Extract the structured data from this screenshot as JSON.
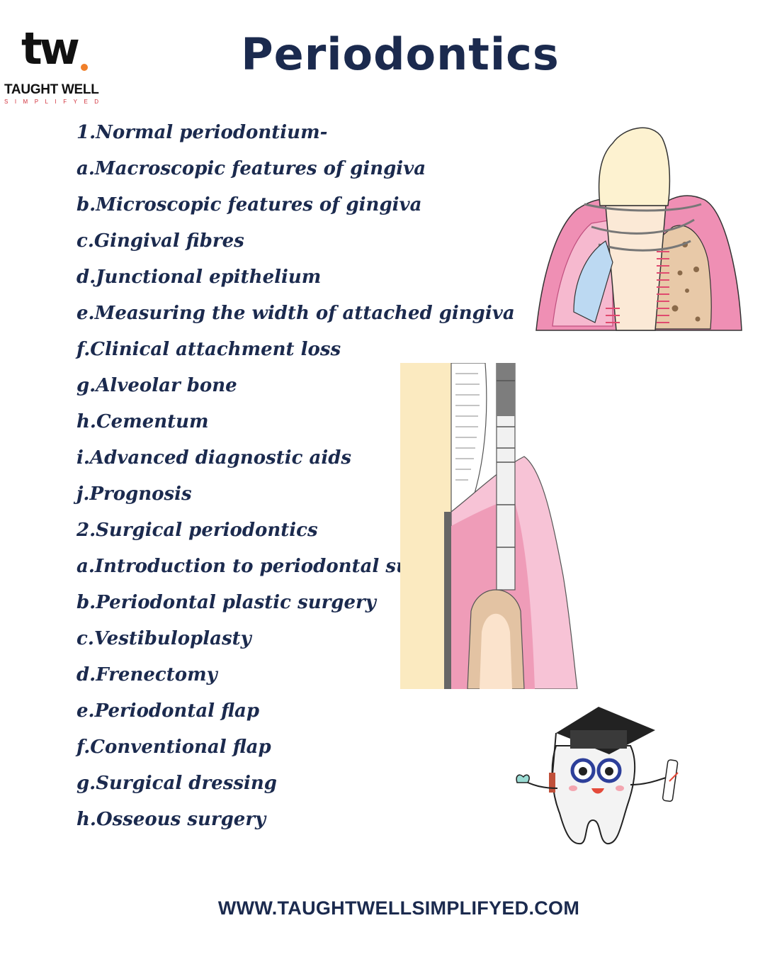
{
  "logo": {
    "mark": "tw",
    "name": "TAUGHT WELL",
    "tagline": "SIMPLIFYED"
  },
  "title": "Periodontics",
  "topics": [
    "1.Normal periodontium-",
    "a.Macroscopic features of gingiva",
    "b.Microscopic features of gingiva",
    "c.Gingival fibres",
    "d.Junctional epithelium",
    "e.Measuring the width of attached gingiva",
    "f.Clinical attachment loss",
    "g.Alveolar bone",
    "h.Cementum",
    "i.Advanced diagnostic aids",
    "j.Prognosis",
    "2.Surgical periodontics",
    "a.Introduction to periodontal surgery",
    "b.Periodontal plastic surgery",
    "c.Vestibuloplasty",
    "d.Frenectomy",
    "e.Periodontal flap",
    "f.Conventional flap",
    "g.Surgical dressing",
    "h.Osseous surgery"
  ],
  "footer_url": "WWW.TAUGHTWELLSIMPLIFYED.COM",
  "colors": {
    "navy": "#1b2a4e",
    "accent_orange": "#f07f2a",
    "tag_red": "#d2323d",
    "gum_pink": "#ef8fb4"
  }
}
